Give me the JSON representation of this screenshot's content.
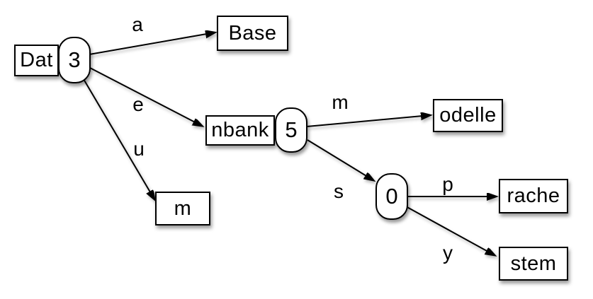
{
  "diagram": {
    "type": "trie",
    "background_color": "#ffffff",
    "node_fill_color": "#ffffff",
    "node_stroke_color": "#000000",
    "text_color": "#000000",
    "nodes": [
      {
        "id": "dat",
        "shape": "rect",
        "label": "Dat"
      },
      {
        "id": "n3",
        "shape": "ellipse",
        "label": "3"
      },
      {
        "id": "base",
        "shape": "rect",
        "label": "Base"
      },
      {
        "id": "nbank",
        "shape": "rect",
        "label": "nbank"
      },
      {
        "id": "n5",
        "shape": "ellipse",
        "label": "5"
      },
      {
        "id": "m",
        "shape": "rect",
        "label": "m"
      },
      {
        "id": "odelle",
        "shape": "rect",
        "label": "odelle"
      },
      {
        "id": "n0",
        "shape": "ellipse",
        "label": "0"
      },
      {
        "id": "rache",
        "shape": "rect",
        "label": "rache"
      },
      {
        "id": "stem",
        "shape": "rect",
        "label": "stem"
      }
    ],
    "edges": [
      {
        "from": "3",
        "to": "Base",
        "label": "a"
      },
      {
        "from": "3",
        "to": "nbank",
        "label": "e"
      },
      {
        "from": "3",
        "to": "m",
        "label": "u"
      },
      {
        "from": "5",
        "to": "odelle",
        "label": "m"
      },
      {
        "from": "5",
        "to": "0",
        "label": "s"
      },
      {
        "from": "0",
        "to": "rache",
        "label": "p"
      },
      {
        "from": "0",
        "to": "stem",
        "label": "y"
      }
    ]
  }
}
